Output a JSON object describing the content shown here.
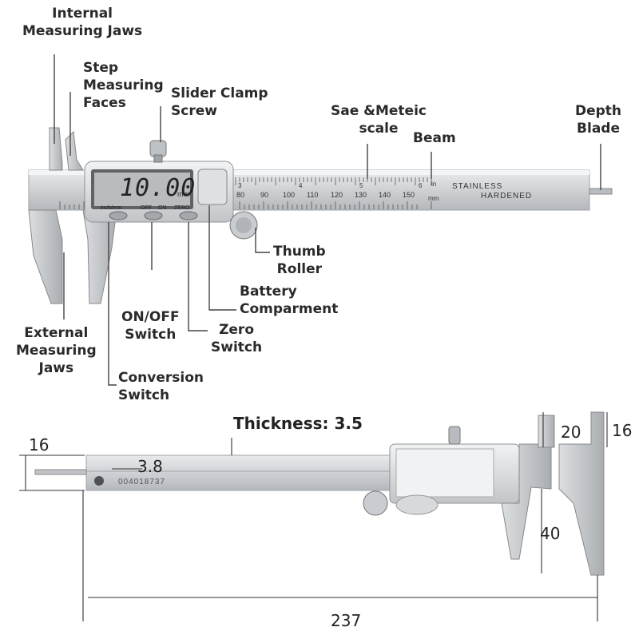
{
  "labels": {
    "internal_jaws": [
      "Internal",
      "Measuring Jaws"
    ],
    "step_faces": [
      "Step",
      "Measuring",
      "Faces"
    ],
    "slider_clamp": [
      "Slider Clamp",
      "Screw"
    ],
    "sae_scale": [
      "Sae &Meteic",
      "scale"
    ],
    "beam": "Beam",
    "depth_blade": [
      "Depth",
      "Blade"
    ],
    "thumb_roller": [
      "Thumb",
      "Roller"
    ],
    "battery": [
      "Battery",
      "Comparment"
    ],
    "onoff": [
      "ON/OFF",
      "Switch"
    ],
    "zero": [
      "Zero",
      "Switch"
    ],
    "external_jaws": [
      "External",
      "Measuring",
      "Jaws"
    ],
    "conversion": [
      "Conversion",
      "Switch"
    ]
  },
  "device": {
    "display_value": "10.00",
    "display_unit": "mm",
    "buttons": [
      "inch/mm",
      "OFF",
      "ON",
      "ZERO"
    ],
    "beam_text_1": "STAINLESS",
    "beam_text_2": "HARDENED",
    "mm_scale": [
      "80",
      "90",
      "100",
      "110",
      "120",
      "130",
      "140",
      "150"
    ],
    "inch_scale": [
      "3",
      "4",
      "5",
      "6"
    ],
    "unit_in": "in",
    "unit_mm": "mm",
    "serial": "004018737"
  },
  "dimensions": {
    "thickness": "Thickness: 3.5",
    "depth_width": "16",
    "depth_thickness": "3.8",
    "jaw_top_inner": "20",
    "jaw_top_outer": "16",
    "jaw_lower": "40",
    "overall_length": "237"
  },
  "colors": {
    "steel": "#cfd2d5",
    "steel_dark": "#9ea3a8",
    "lcd": "#b9bcbf",
    "text": "#2a2a2a"
  }
}
